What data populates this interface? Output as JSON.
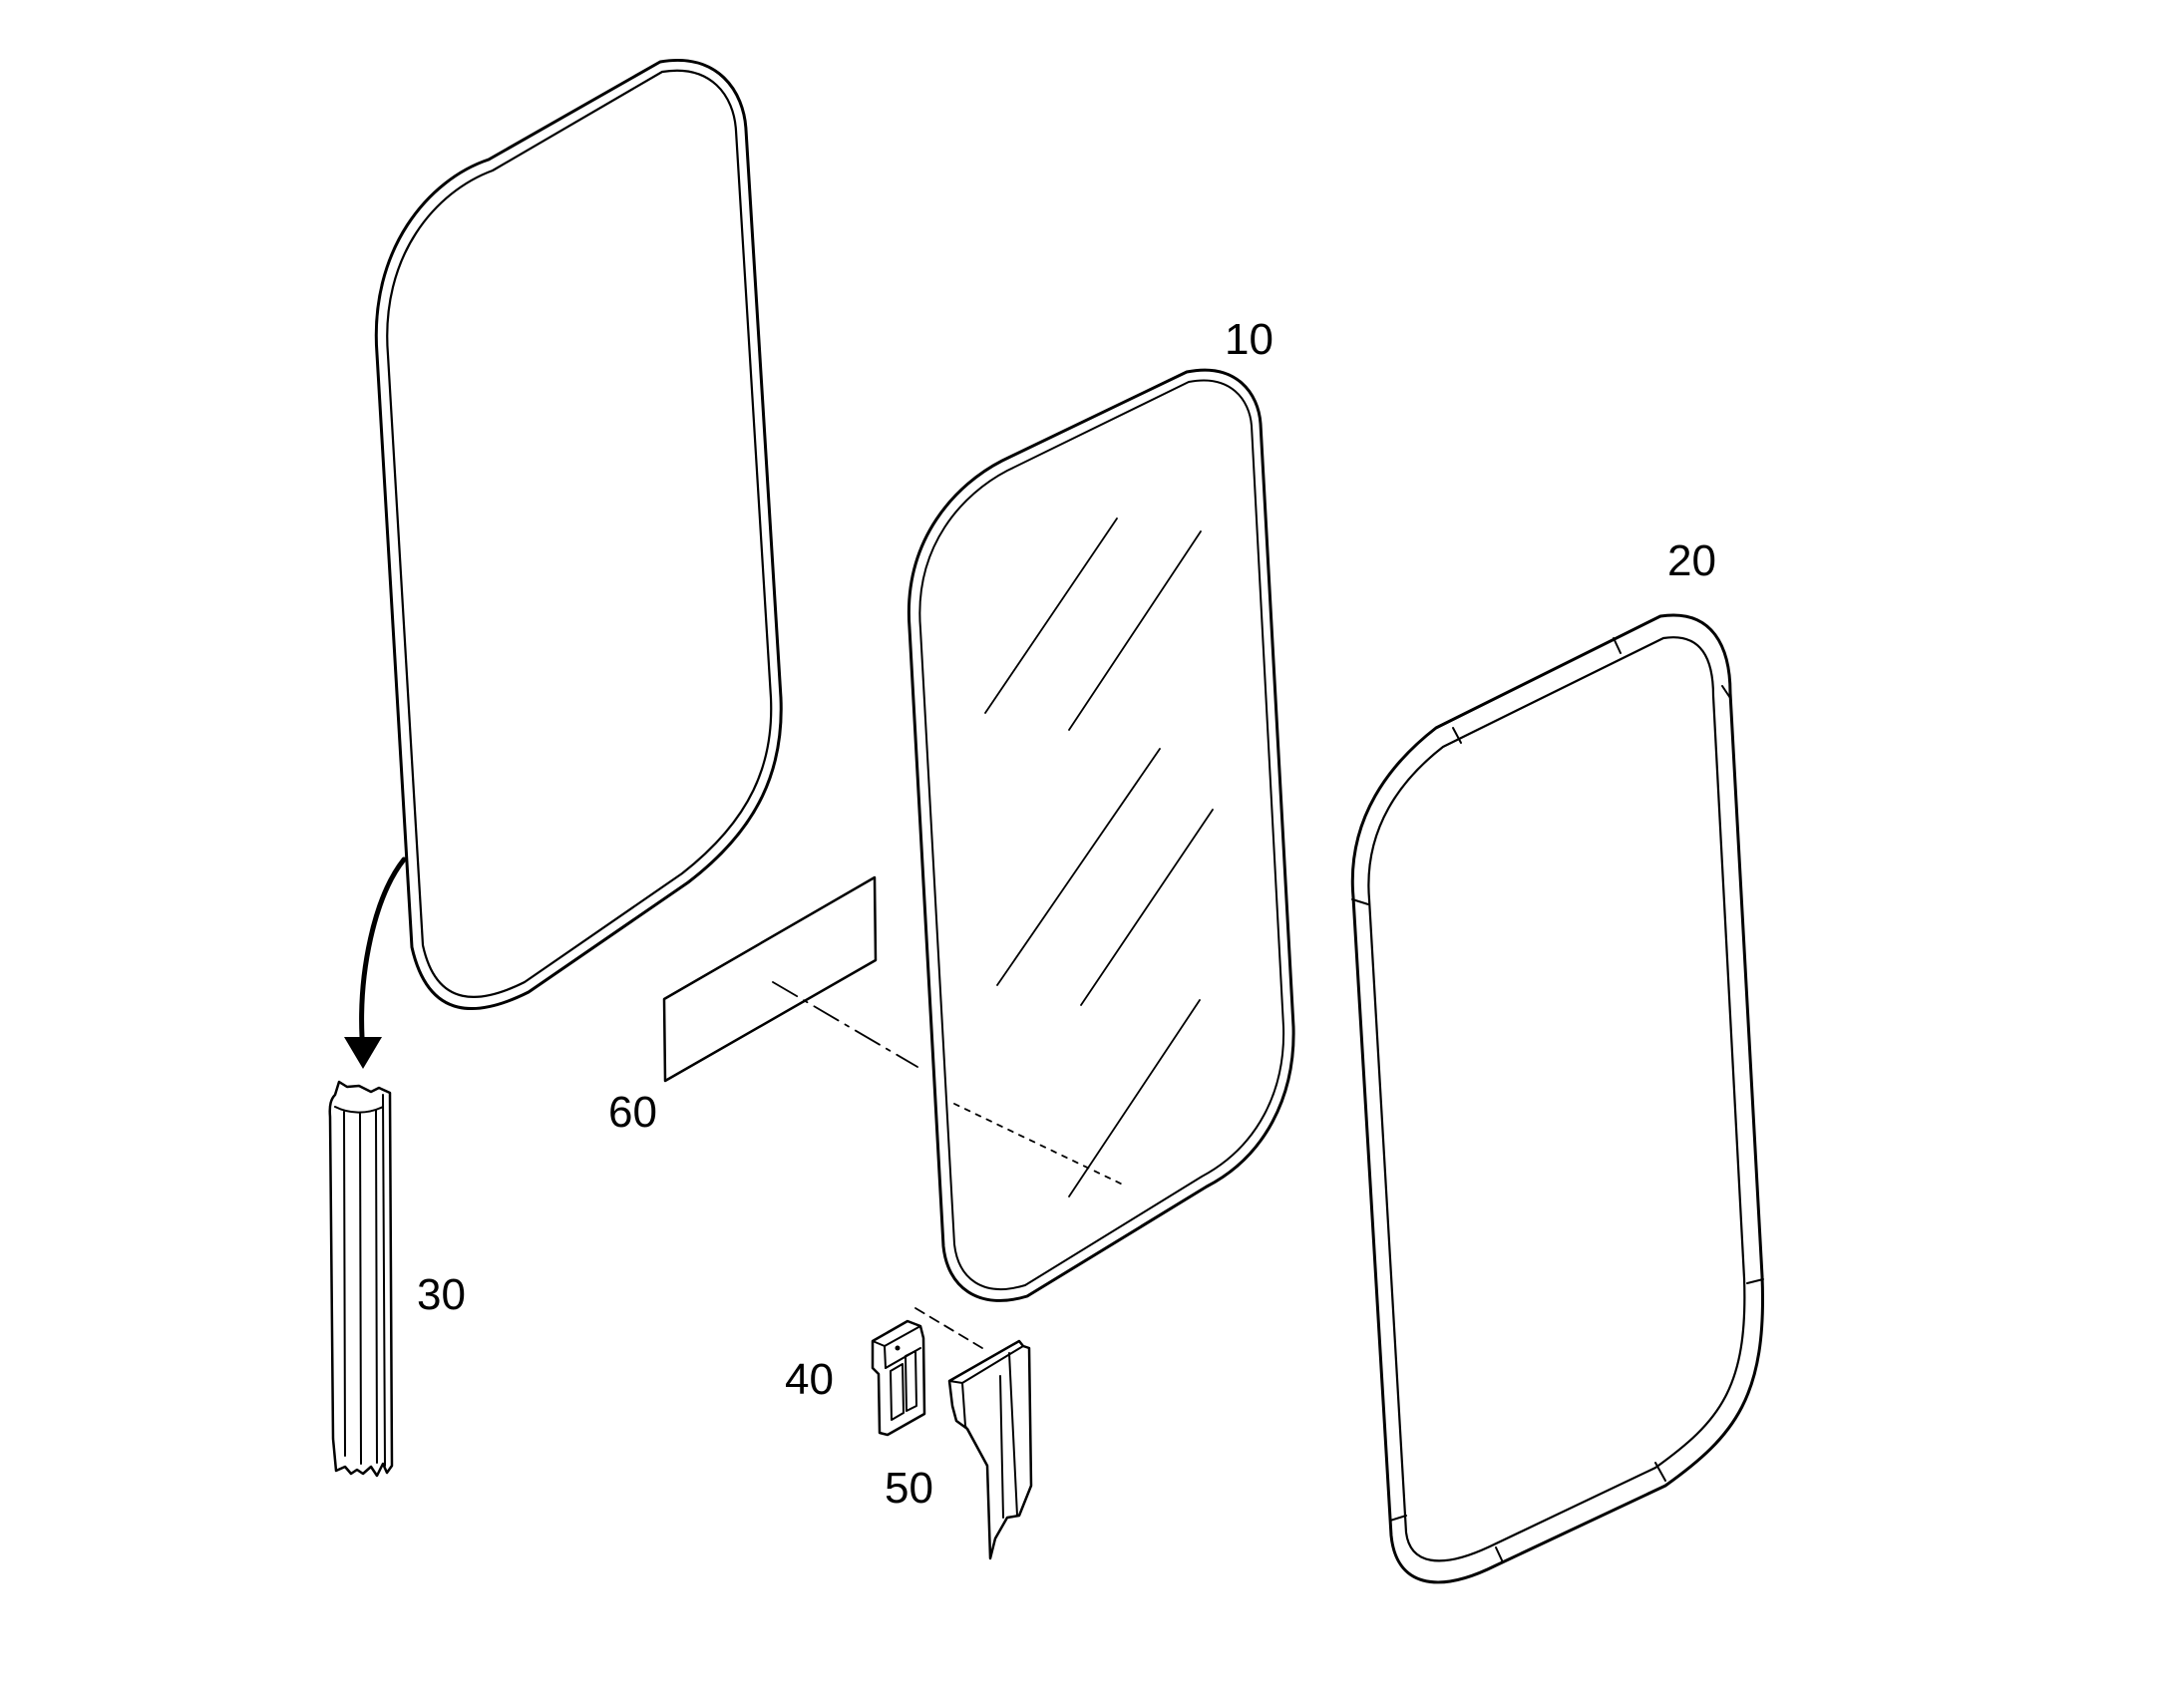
{
  "reference_numerals": {
    "glazing_panel": "10",
    "frame": "20",
    "seal_profile": "30",
    "clip": "40",
    "channel_bracket": "50",
    "label_plate": "60"
  },
  "colors": {
    "line": "#000000",
    "background": "#ffffff"
  }
}
